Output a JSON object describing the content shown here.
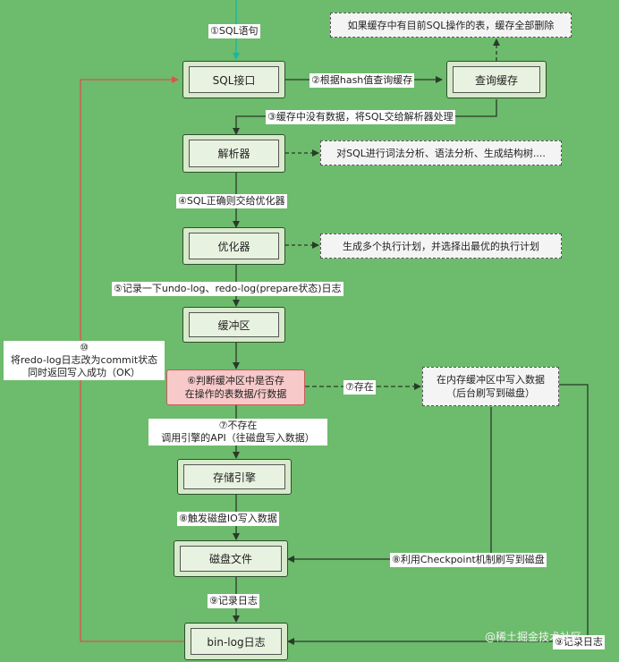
{
  "nodes": {
    "sql_interface": "SQL接口",
    "query_cache": "查询缓存",
    "parser": "解析器",
    "optimizer": "优化器",
    "buffer": "缓冲区",
    "check_buffer_line1": "⑥判断缓冲区中是否存",
    "check_buffer_line2": "在操作的表数据/行数据",
    "storage_engine": "存储引擎",
    "disk_file": "磁盘文件",
    "binlog": "bin-log日志"
  },
  "notes": {
    "cache_clear": "如果缓存中有目前SQL操作的表，缓存全部删除",
    "parser_desc": "对SQL进行词法分析、语法分析、生成结构树....",
    "optimizer_desc": "生成多个执行计划，并选择出最优的执行计划",
    "write_buffer_line1": "在内存缓冲区中写入数据",
    "write_buffer_line2": "（后台刷写到磁盘）"
  },
  "labels": {
    "step1": "①SQL语句",
    "step2": "②根据hash值查询缓存",
    "step3": "③缓存中没有数据，将SQL交给解析器处理",
    "step4": "④SQL正确则交给优化器",
    "step5": "⑤记录一下undo-log、redo-log(prepare状态)日志",
    "step7_exists": "⑦存在",
    "step7_not_exists_line1": "⑦不存在",
    "step7_not_exists_line2": "调用引擎的API（往磁盘写入数据）",
    "step8_trigger": "⑧触发磁盘IO写入数据",
    "step8_checkpoint": "⑧利用Checkpoint机制刷写到磁盘",
    "step9_log": "⑨记录日志",
    "step9_log_right": "⑨记录日志",
    "step10_line1": "⑩",
    "step10_line2": "将redo-log日志改为commit状态",
    "step10_line3": "同时返回写入成功（OK）"
  },
  "watermark": "@稀土掘金技术社区",
  "colors": {
    "background": "#6dbb6d",
    "node_fill": "#d7eacb",
    "check_node_fill": "#f7c9c9",
    "arrow": "#2a3a2a",
    "return_arrow": "#d9534f",
    "input_arrow": "#19b6a6"
  }
}
